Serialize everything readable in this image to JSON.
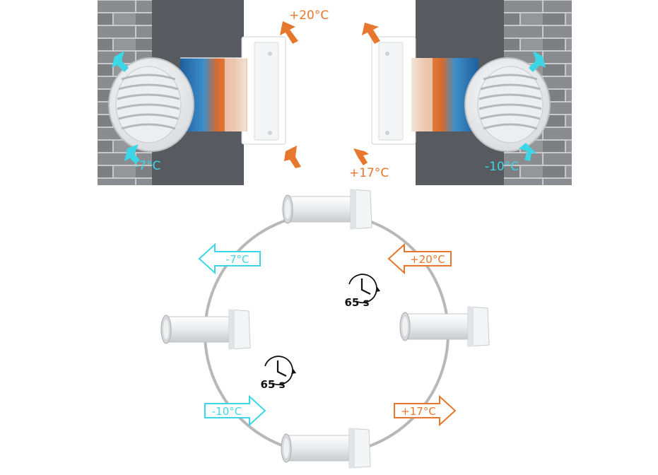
{
  "colors": {
    "cold": "#3cd7e6",
    "warm": "#e6772d",
    "wall": "#5f6266",
    "brick": "#8a8c8f",
    "mortar": "#c7c9cb",
    "ring": "#b8b8b8",
    "device": "#f1f2f3"
  },
  "photo_left": {
    "indoor_temp": "+20°C",
    "outdoor_temp": "-7°C"
  },
  "photo_right": {
    "indoor_temp": "+17°C",
    "outdoor_temp": "-10°C"
  },
  "cycle": {
    "arrow_top_left": "-7°C",
    "arrow_top_right": "+20°C",
    "arrow_bottom_left": "-10°C",
    "arrow_bottom_right": "+17°C",
    "timer_top": "65 s",
    "timer_bottom": "65 s"
  },
  "icons": [
    "clock-icon",
    "arrow-icon",
    "vent-grille-icon",
    "fan-unit-icon"
  ]
}
